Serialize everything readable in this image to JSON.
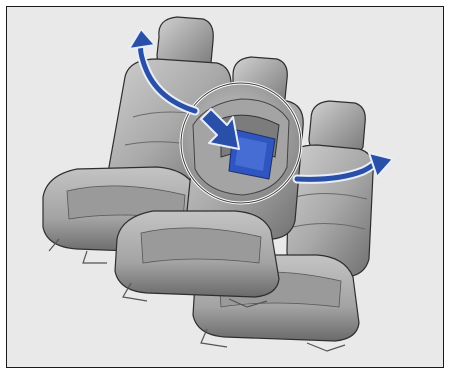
{
  "illustration": {
    "subject": "rear-seat-row",
    "seat_count": 3,
    "callout_shape": "circle",
    "colors": {
      "background": "#e9e9e9",
      "frame": "#1a1a1a",
      "seat_light": "#b9b9b9",
      "seat_mid": "#9a9a9a",
      "seat_dark": "#5a5a5a",
      "outline": "#2e2e2e",
      "arrow_fill": "#2a4fa8",
      "arrow_edge": "#e8eef8",
      "highlight_panel": "#2f55c0"
    },
    "icons": [
      "fold-arrow-left-icon",
      "fold-arrow-right-icon",
      "push-arrow-icon"
    ]
  }
}
